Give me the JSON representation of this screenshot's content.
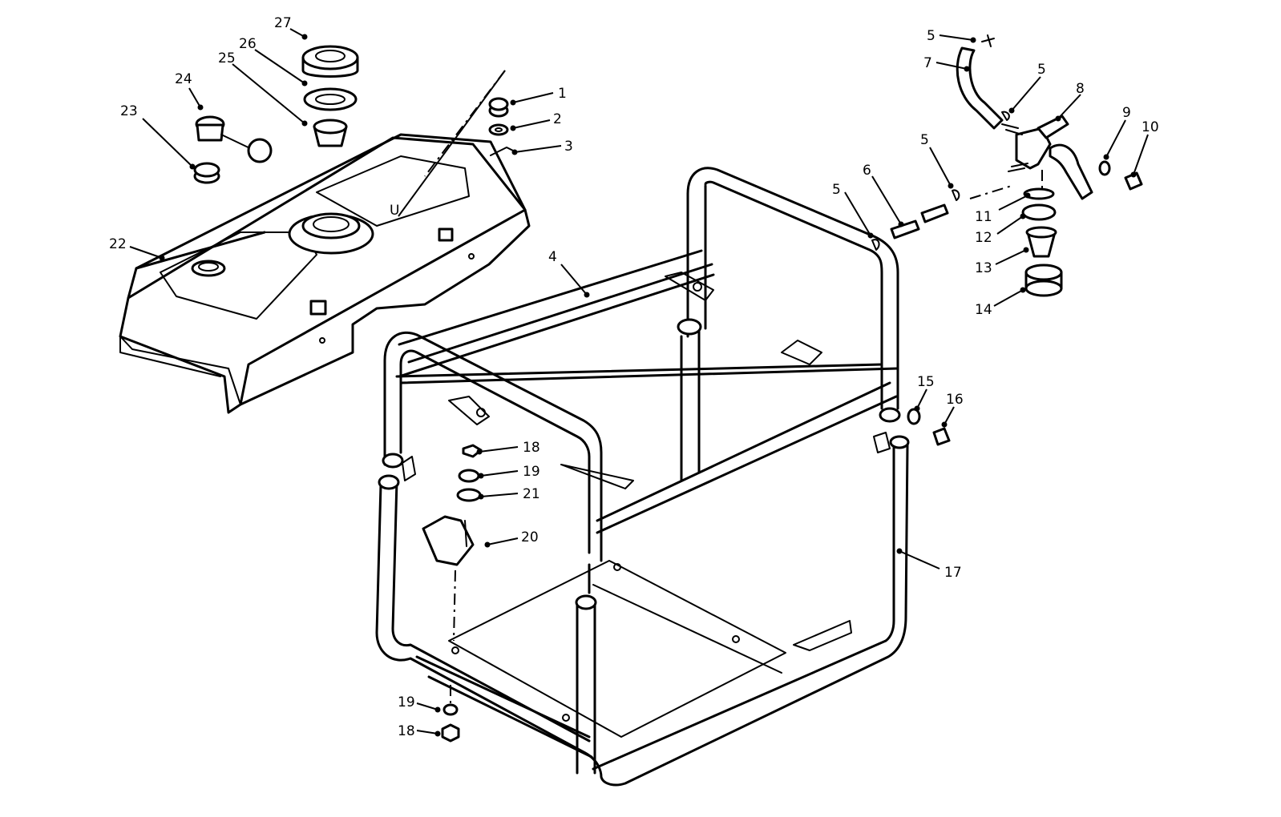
{
  "callouts": [
    {
      "id": "c1",
      "label": "1"
    },
    {
      "id": "c2",
      "label": "2"
    },
    {
      "id": "c3",
      "label": "3"
    },
    {
      "id": "c4",
      "label": "4"
    },
    {
      "id": "c5a",
      "label": "5"
    },
    {
      "id": "c5b",
      "label": "5"
    },
    {
      "id": "c5c",
      "label": "5"
    },
    {
      "id": "c5d",
      "label": "5"
    },
    {
      "id": "c6",
      "label": "6"
    },
    {
      "id": "c7",
      "label": "7"
    },
    {
      "id": "c8",
      "label": "8"
    },
    {
      "id": "c9",
      "label": "9"
    },
    {
      "id": "c10",
      "label": "10"
    },
    {
      "id": "c11",
      "label": "11"
    },
    {
      "id": "c12",
      "label": "12"
    },
    {
      "id": "c13",
      "label": "13"
    },
    {
      "id": "c14",
      "label": "14"
    },
    {
      "id": "c15",
      "label": "15"
    },
    {
      "id": "c16",
      "label": "16"
    },
    {
      "id": "c17",
      "label": "17"
    },
    {
      "id": "c18a",
      "label": "18"
    },
    {
      "id": "c18b",
      "label": "18"
    },
    {
      "id": "c19a",
      "label": "19"
    },
    {
      "id": "c19b",
      "label": "19"
    },
    {
      "id": "c20",
      "label": "20"
    },
    {
      "id": "c21",
      "label": "21"
    },
    {
      "id": "c22",
      "label": "22"
    },
    {
      "id": "c23",
      "label": "23"
    },
    {
      "id": "c24",
      "label": "24"
    },
    {
      "id": "c25",
      "label": "25"
    },
    {
      "id": "c26",
      "label": "26"
    },
    {
      "id": "c27",
      "label": "27"
    }
  ]
}
